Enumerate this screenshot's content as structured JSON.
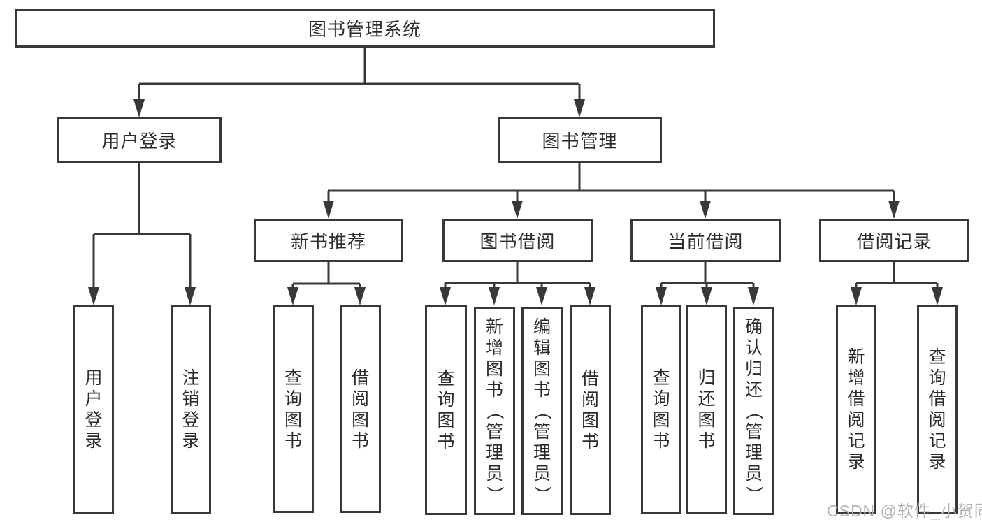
{
  "diagram_title": "图书管理系统",
  "tree": {
    "label": "图书管理系统",
    "children": [
      {
        "label": "用户登录",
        "children": [
          {
            "label": "用户登录"
          },
          {
            "label": "注销登录"
          }
        ]
      },
      {
        "label": "图书管理",
        "children": [
          {
            "label": "新书推荐",
            "children": [
              {
                "label": "查询图书"
              },
              {
                "label": "借阅图书"
              }
            ]
          },
          {
            "label": "图书借阅",
            "children": [
              {
                "label": "查询图书"
              },
              {
                "label": "新增图书（管理员）"
              },
              {
                "label": "编辑图书（管理员）"
              },
              {
                "label": "借阅图书"
              }
            ]
          },
          {
            "label": "当前借阅",
            "children": [
              {
                "label": "查询图书"
              },
              {
                "label": "归还图书"
              },
              {
                "label": "确认归还（管理员）"
              }
            ]
          },
          {
            "label": "借阅记录",
            "children": [
              {
                "label": "新增借阅记录"
              },
              {
                "label": "查询借阅记录"
              }
            ]
          }
        ]
      }
    ]
  },
  "watermark": {
    "text": "CSDN @软件_小贺同学"
  },
  "colors": {
    "line": "#383838",
    "box_border": "#383838",
    "text": "#2b2b2b",
    "watermark": "#b3b3b3",
    "background": "#ffffff"
  }
}
